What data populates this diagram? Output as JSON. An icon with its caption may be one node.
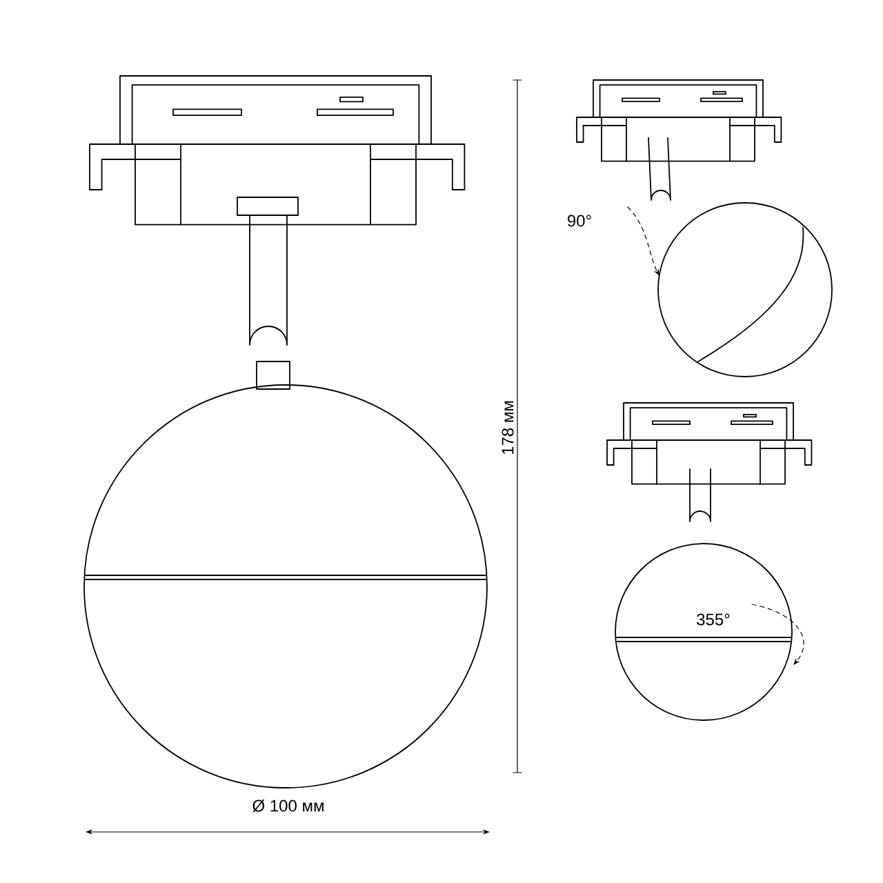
{
  "diagram": {
    "labels": [
      "90°",
      "178 мм",
      "355°",
      "Ø 100 мм"
    ]
  }
}
